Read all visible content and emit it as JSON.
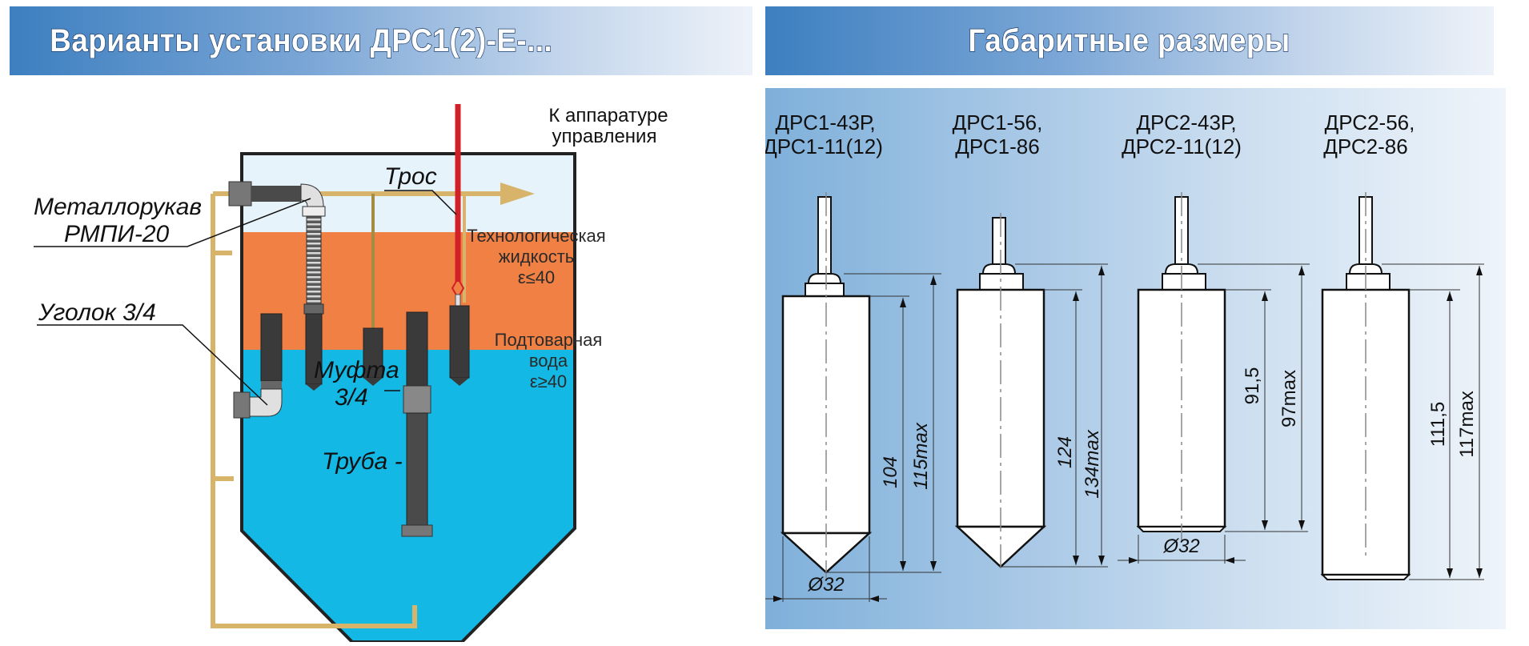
{
  "left": {
    "title": "Варианты установки  ДРС1(2)-Е-...",
    "labels": {
      "control": [
        "К аппаратуре",
        "управления"
      ],
      "cable": "Трос",
      "metal_hose": [
        "Металлорукав",
        "РМПИ-20"
      ],
      "elbow": "Уголок 3/4",
      "coupling": [
        "Муфта",
        "3/4"
      ],
      "pipe": "Труба -",
      "process_liquid": [
        "Технологическая",
        "жидкость",
        "ε≤40"
      ],
      "water": [
        "Подтоварная",
        "вода",
        "ε≥40"
      ]
    },
    "colors": {
      "air": "#e6f3fa",
      "liquid": "#f08043",
      "water": "#13b9e4",
      "wire": "#d7b46a",
      "cable": "#d22027",
      "sensor": "#3a3a3a"
    }
  },
  "right": {
    "title": "Габаритные размеры",
    "models": [
      {
        "name": [
          "ДРС1-43Р,",
          "ДРС1-11(12)"
        ],
        "dims": [
          "104",
          "115max"
        ],
        "diameter": "Ø32",
        "tip": "cone"
      },
      {
        "name": [
          "ДРС1-56,",
          "ДРС1-86"
        ],
        "dims": [
          "124",
          "134max"
        ],
        "diameter": "",
        "tip": "cone"
      },
      {
        "name": [
          "ДРС2-43Р,",
          "ДРС2-11(12)"
        ],
        "dims": [
          "91,5",
          "97max"
        ],
        "diameter": "Ø32",
        "tip": "flat"
      },
      {
        "name": [
          "ДРС2-56,",
          "ДРС2-86"
        ],
        "dims": [
          "111,5",
          "117max"
        ],
        "diameter": "",
        "tip": "flat"
      }
    ]
  }
}
